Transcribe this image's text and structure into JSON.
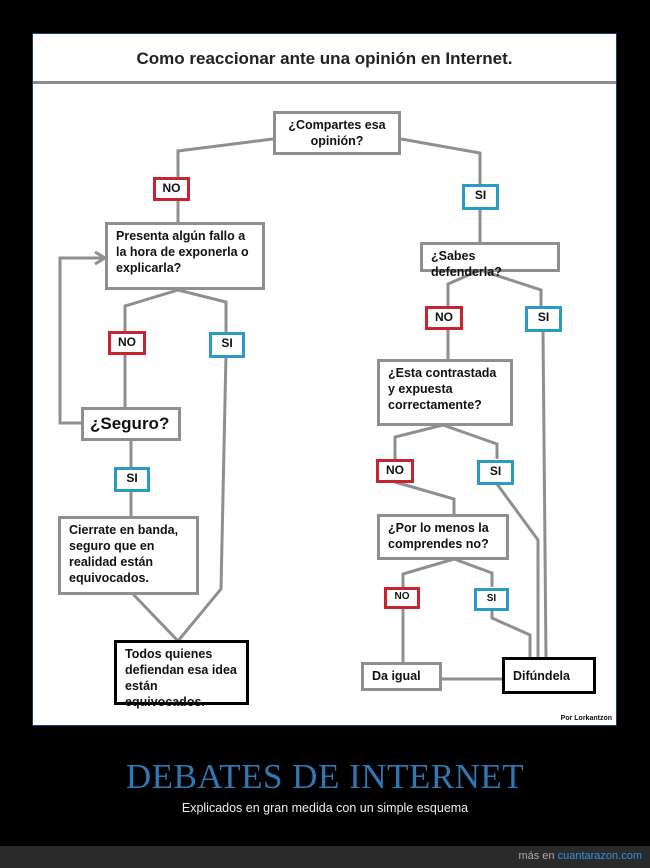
{
  "title": "Como reaccionar ante una opinión en Internet.",
  "nodes": {
    "compartes": "¿Compartes esa opinión?",
    "presenta": "Presenta algún fallo a la hora de exponerla o explicarla?",
    "seguro": "¿Seguro?",
    "cierrate": "Cierrate en banda, seguro que en realidad están equivocados.",
    "todos": "Todos quienes defiendan esa idea están equivocados.",
    "sabes": "¿Sabes defenderla?",
    "contrastada": "¿Esta contrastada y expuesta correctamente?",
    "comprendes": "¿Por lo menos la comprendes no?",
    "da_igual": "Da igual",
    "difundela": "Difúndela"
  },
  "labels": {
    "no": "NO",
    "si": "SI"
  },
  "credit": "Por Lorkantzon",
  "headline": "DEBATES DE INTERNET",
  "subheadline": "Explicados en gran medida con un simple esquema",
  "footer": {
    "prefix": "más en",
    "site": "cuantarazon.com"
  },
  "colors": {
    "no_border": "#c8232f",
    "si_border": "#2a9bc4",
    "headline": "#2f78b4",
    "box_border": "#8f8f8f"
  }
}
